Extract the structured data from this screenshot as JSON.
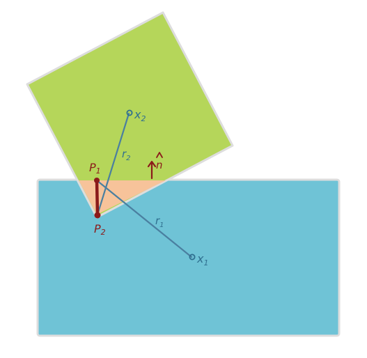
{
  "labels": {
    "p1": "P",
    "p1_sub": "1",
    "p2": "P",
    "p2_sub": "2",
    "x1": "x",
    "x1_sub": "1",
    "x2": "x",
    "x2_sub": "2",
    "r1": "r",
    "r1_sub": "1",
    "r2": "r",
    "r2_sub": "2",
    "normal": "n"
  },
  "colors": {
    "green_body": "#b5d65a",
    "blue_body": "#6fc3d6",
    "overlap": "#f7c39a",
    "outline": "#dddddd",
    "dark_red": "#8b1a1a",
    "vector_blue": "#4a7fa0",
    "label_blue": "#2f6f8f"
  }
}
